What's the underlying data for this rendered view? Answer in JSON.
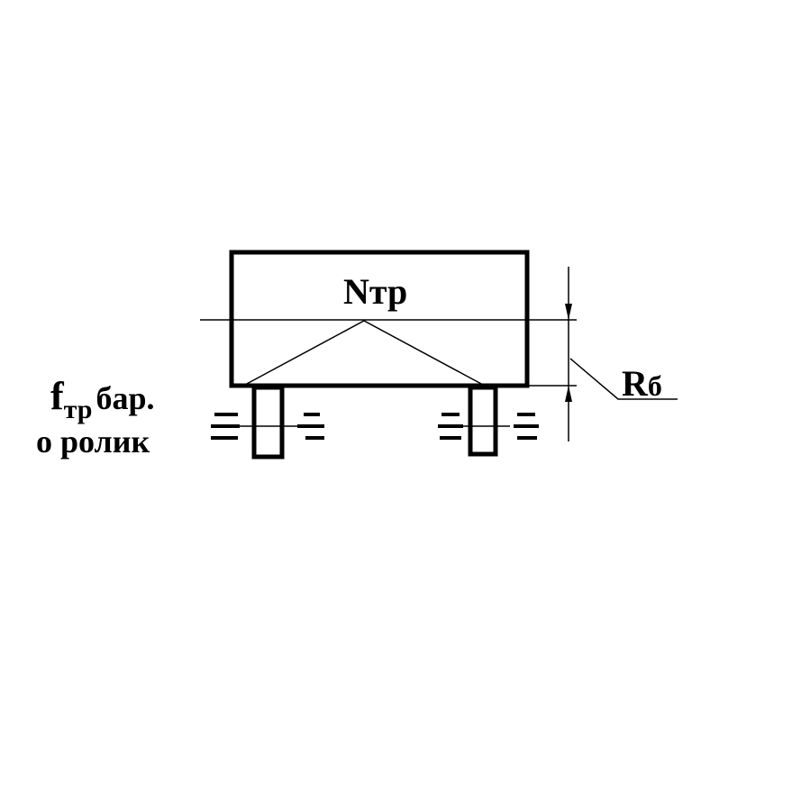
{
  "labels": {
    "force_main": "N",
    "force_sub": "тр",
    "friction_main": "f",
    "friction_sub": "тр",
    "friction_tail": "бар.",
    "friction_line2": "о ролик",
    "radius_main": "R",
    "radius_sub": "б"
  },
  "colors": {
    "ink": "#000000",
    "paper": "#ffffff"
  }
}
